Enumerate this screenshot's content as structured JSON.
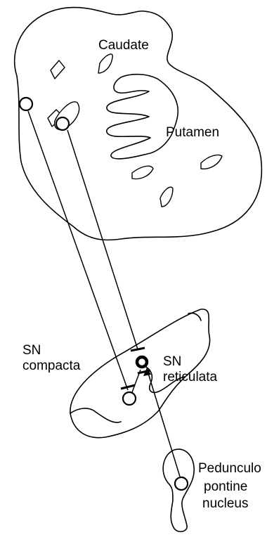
{
  "labels": {
    "caudate": "Caudate",
    "putamen": "Putamen",
    "sn_compacta_line1": "SN",
    "sn_compacta_line2": "compacta",
    "sn_reticulata_line1": "SN",
    "sn_reticulata_line2": "reticulata",
    "ppn_line1": "Pedunculo",
    "ppn_line2": "pontine",
    "ppn_line3": "nucleus"
  }
}
